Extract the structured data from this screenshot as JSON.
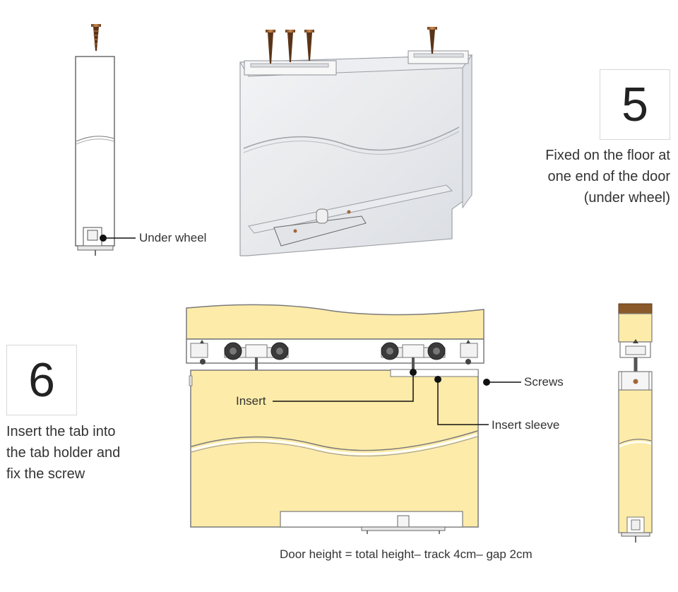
{
  "steps": [
    {
      "number": "5",
      "lines": [
        "Fixed on the floor at",
        "one end of the door",
        "(under wheel)"
      ]
    },
    {
      "number": "6",
      "lines": [
        "Insert the tab into",
        "the tab holder and",
        "fix the screw"
      ]
    }
  ],
  "labels": {
    "under_wheel": "Under wheel",
    "screws": "Screws",
    "insert": "Insert",
    "insert_sleeve": "Insert sleeve"
  },
  "footnote": "Door height = total height– track 4cm– gap 2cm",
  "colors": {
    "door_fill": "#fdeba9",
    "door_stroke": "#7a7a7a",
    "glass_fill": "#e6e8ec",
    "wood_cap": "#8b5a2b",
    "screw": "#a0673a",
    "wheel": "#3a3a3a"
  }
}
